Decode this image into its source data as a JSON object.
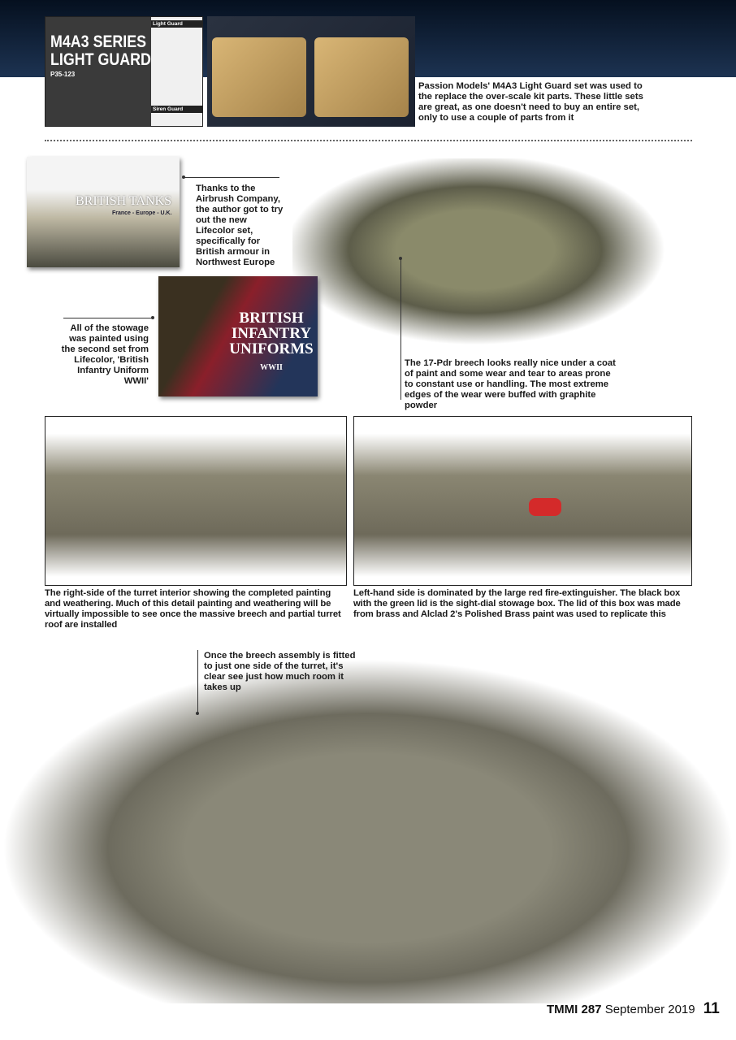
{
  "photos": {
    "light_guard_package": {
      "title_line1": "M4A3 SERIES",
      "title_line2": "LIGHT GUARD",
      "code": "P35-123",
      "side_label_1": "Light Guard",
      "side_label_2": "Siren Guard"
    },
    "british_tanks_box": {
      "title": "BRITISH TANKS",
      "subtitle": "France - Europe - U.K."
    },
    "british_infantry_box": {
      "title": "BRITISH INFANTRY UNIFORMS",
      "subtitle": "WWII"
    }
  },
  "captions": {
    "light_guard": "Passion Models' M4A3 Light Guard set was used to the replace the over-scale kit parts. These little sets are great, as one doesn't need to buy an entire set, only to use a couple of parts from it",
    "airbrush_company": "Thanks to the Airbrush Company, the author got to try out the new Lifecolor set, specifically for British armour in Northwest Europe",
    "stowage": "All of the stowage was painted using the second set from Lifecolor, 'British Infantry Uniform WWII'",
    "breech": "The 17-Pdr breech looks really nice under a coat of paint and some wear and tear to areas prone to constant use or handling. The most extreme edges of the wear were buffed with graphite powder",
    "right_side": "The right-side of the turret interior showing the completed painting and weathering. Much of this detail painting and weathering will be virtually impossible to see once the massive breech and partial turret roof are installed",
    "left_side": "Left-hand side is dominated by the large red fire-extinguisher. The black box with the green lid is the sight-dial stowage box. The lid of this box was made from brass and Alclad 2's Polished Brass paint was used to replicate this",
    "breech_fitted": "Once the breech assembly is fitted to just one side of the turret, it's clear see just how much room it takes up"
  },
  "footer": {
    "magazine": "TMMI 287",
    "date": "September 2019",
    "page": "11"
  },
  "colors": {
    "banner": "#1d3352",
    "fire_extinguisher": "#d42a2a"
  }
}
